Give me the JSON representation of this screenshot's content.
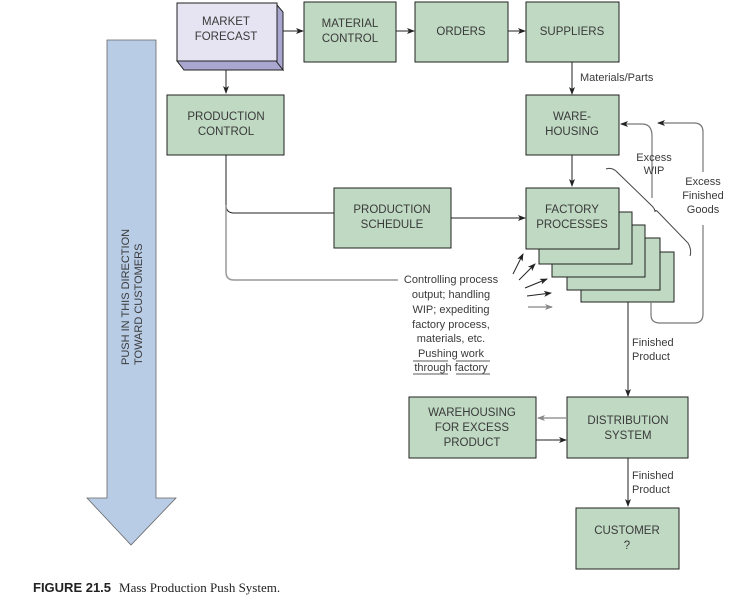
{
  "figure": {
    "number": "FIGURE 21.5",
    "title": "Mass Production Push System."
  },
  "colors": {
    "box_fill": "#bfd9c3",
    "forecast_front": "#e6e4f2",
    "forecast_side": "#a9a6cf",
    "push_arrow": "#b8cce6",
    "line": "#222222",
    "gray_line": "#999999"
  },
  "push_arrow": {
    "line1": "PUSH IN THIS DIRECTION",
    "line2": "TOWARD CUSTOMERS"
  },
  "boxes": {
    "market_forecast": [
      "MARKET",
      "FORECAST"
    ],
    "material_control": [
      "MATERIAL",
      "CONTROL"
    ],
    "orders": [
      "ORDERS"
    ],
    "suppliers": [
      "SUPPLIERS"
    ],
    "production_control": [
      "PRODUCTION",
      "CONTROL"
    ],
    "warehousing": [
      "WARE-",
      "HOUSING"
    ],
    "production_schedule": [
      "PRODUCTION",
      "SCHEDULE"
    ],
    "factory_processes": [
      "FACTORY",
      "PROCESSES"
    ],
    "warehousing_excess": [
      "WAREHOUSING",
      "FOR EXCESS",
      "PRODUCT"
    ],
    "distribution_system": [
      "DISTRIBUTION",
      "SYSTEM"
    ],
    "customer": [
      "CUSTOMER",
      "?"
    ]
  },
  "labels": {
    "materials_parts": "Materials/Parts",
    "excess_wip": [
      "Excess",
      "WIP"
    ],
    "excess_finished_goods": [
      "Excess",
      "Finished",
      "Goods"
    ],
    "finished_product_1": [
      "Finished",
      "Product"
    ],
    "finished_product_2": [
      "Finished",
      "Product"
    ],
    "controlling_note": [
      "Controlling process",
      "output; handling",
      "WIP; expediting",
      "factory process,",
      "materials, etc.",
      "Pushing work",
      "through factory"
    ]
  }
}
